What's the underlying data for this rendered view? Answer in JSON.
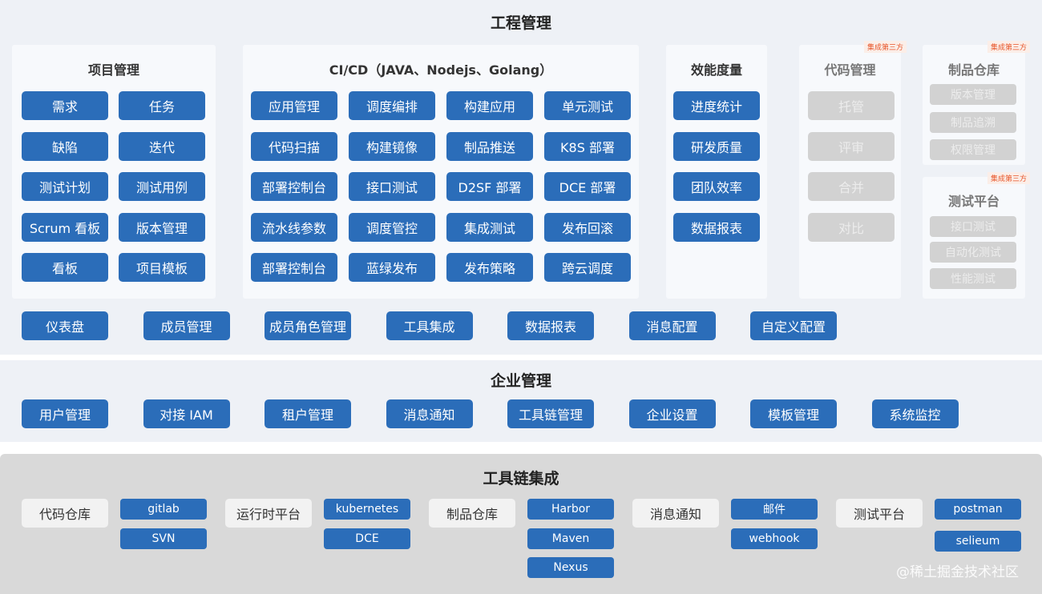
{
  "engineering": {
    "title": "工程管理",
    "project": {
      "title": "项目管理",
      "items": [
        "需求",
        "任务",
        "缺陷",
        "迭代",
        "测试计划",
        "测试用例",
        "Scrum 看板",
        "版本管理",
        "看板",
        "项目模板"
      ]
    },
    "cicd": {
      "title": "CI/CD（JAVA、Nodejs、Golang）",
      "items": [
        "应用管理",
        "调度编排",
        "构建应用",
        "单元测试",
        "代码扫描",
        "构建镜像",
        "制品推送",
        "K8S 部署",
        "部署控制台",
        "接口测试",
        "D2SF 部署",
        "DCE 部署",
        "流水线参数",
        "调度管控",
        "集成测试",
        "发布回滚",
        "部署控制台",
        "蓝绿发布",
        "发布策略",
        "跨云调度"
      ]
    },
    "efficiency": {
      "title": "效能度量",
      "items": [
        "进度统计",
        "研发质量",
        "团队效率",
        "数据报表"
      ]
    },
    "code": {
      "title": "代码管理",
      "tag": "集成第三方",
      "items": [
        "托管",
        "评审",
        "合并",
        "对比"
      ]
    },
    "artifact": {
      "title": "制品仓库",
      "tag": "集成第三方",
      "items": [
        "版本管理",
        "制品追溯",
        "权限管理"
      ]
    },
    "testing": {
      "title": "测试平台",
      "tag": "集成第三方",
      "items": [
        "接口测试",
        "自动化测试",
        "性能测试"
      ]
    },
    "bottom": [
      "仪表盘",
      "成员管理",
      "成员角色管理",
      "工具集成",
      "数据报表",
      "消息配置",
      "自定义配置"
    ]
  },
  "enterprise": {
    "title": "企业管理",
    "items": [
      "用户管理",
      "对接 IAM",
      "租户管理",
      "消息通知",
      "工具链管理",
      "企业设置",
      "模板管理",
      "系统监控"
    ]
  },
  "toolchain": {
    "title": "工具链集成",
    "groups": [
      {
        "label": "代码仓库",
        "tools": [
          "gitlab",
          "SVN"
        ]
      },
      {
        "label": "运行时平台",
        "tools": [
          "kubernetes",
          "DCE"
        ]
      },
      {
        "label": "制品仓库",
        "tools": [
          "Harbor",
          "Maven",
          "Nexus"
        ]
      },
      {
        "label": "消息通知",
        "tools": [
          "邮件",
          "webhook"
        ]
      },
      {
        "label": "测试平台",
        "tools": [
          "postman",
          "selieum"
        ]
      }
    ]
  },
  "watermark": "@稀土掘金技术社区",
  "colors": {
    "primary": "#2b6db9",
    "disabled": "#d2d2d2",
    "tag": "#e8562a",
    "background": "#eef1f6"
  }
}
